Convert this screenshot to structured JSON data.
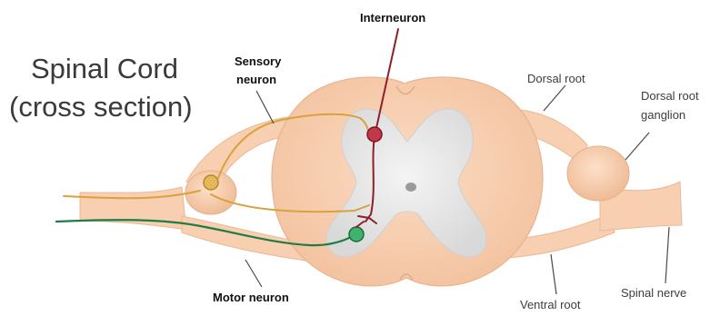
{
  "title": {
    "line1": "Spinal Cord",
    "line2": "(cross section)"
  },
  "labels": {
    "interneuron": "Interneuron",
    "sensory_neuron_1": "Sensory",
    "sensory_neuron_2": "neuron",
    "motor_neuron": "Motor neuron",
    "dorsal_root": "Dorsal root",
    "dorsal_root_ganglion_1": "Dorsal root",
    "dorsal_root_ganglion_2": "ganglion",
    "ventral_root": "Ventral root",
    "spinal_nerve": "Spinal nerve"
  },
  "colors": {
    "tissue": "#f9d3b6",
    "tissue_edge": "#ebb894",
    "grey_matter": "#e6e6e6",
    "sensory_neuron": "#d8a23c",
    "motor_neuron": "#1e7c45",
    "interneuron": "#8e1f2b"
  }
}
